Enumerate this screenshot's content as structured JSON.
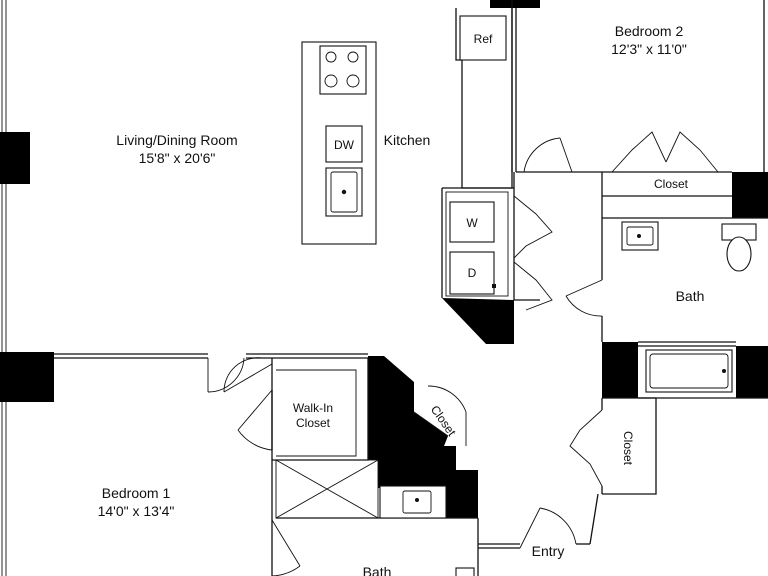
{
  "rooms": {
    "living": {
      "name": "Living/Dining Room",
      "dims": "15'8\" x 20'6\""
    },
    "kitchen": {
      "name": "Kitchen"
    },
    "bedroom1": {
      "name": "Bedroom 1",
      "dims": "14'0\" x 13'4\""
    },
    "bedroom2": {
      "name": "Bedroom 2",
      "dims": "12'3\" x 11'0\""
    },
    "bath_main": {
      "name": "Bath"
    },
    "bath_lower": {
      "name": "Bath"
    },
    "walkin_closet": {
      "line1": "Walk-In",
      "line2": "Closet"
    },
    "closet_bedroom2": {
      "name": "Closet"
    },
    "closet_hall": {
      "name": "Closet"
    },
    "closet_right": {
      "name": "Closet"
    },
    "entry": {
      "name": "Entry"
    }
  },
  "appliances": {
    "refrigerator": "Ref",
    "dishwasher": "DW",
    "washer": "W",
    "dryer": "D"
  }
}
